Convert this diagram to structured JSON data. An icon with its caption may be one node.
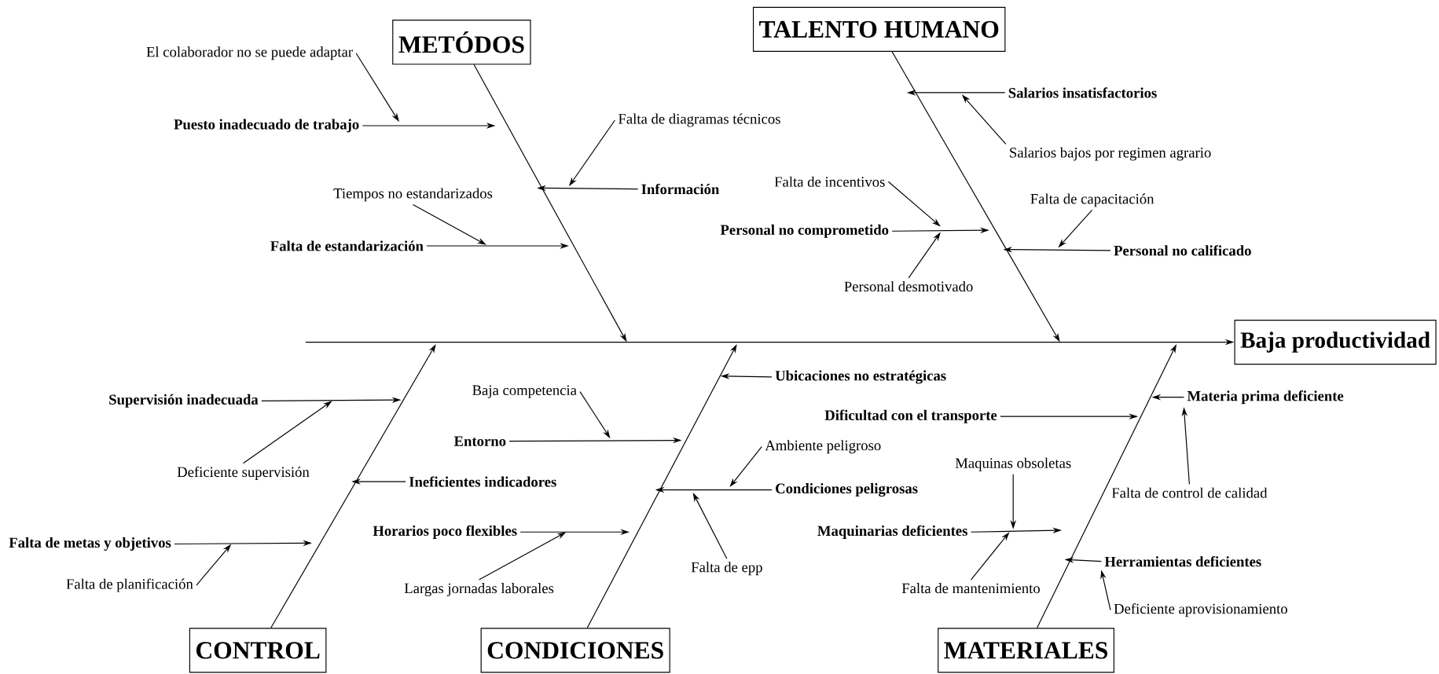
{
  "diagram": {
    "nodes": [
      {
        "text": [
          "METÓDOS"
        ]
      },
      {
        "text": [
          "TALENTO HUMANO"
        ]
      },
      {
        "text": [
          "El colaborador no se puede adaptar"
        ]
      },
      {
        "text": [
          "Puesto inadecuado de trabajo"
        ]
      },
      {
        "text": [
          "Falta de diagramas técnicos"
        ]
      },
      {
        "text": [
          "Información"
        ]
      },
      {
        "text": [
          "Tiempos no estandarizados"
        ]
      },
      {
        "text": [
          "Falta de estandarización"
        ]
      },
      {
        "text": [
          "Salarios insatisfactorios"
        ]
      },
      {
        "text": [
          "Salarios bajos por regimen agrario"
        ]
      },
      {
        "text": [
          "Falta de incentivos"
        ]
      },
      {
        "text": [
          "Personal no comprometido"
        ]
      },
      {
        "text": [
          "Personal desmotivado"
        ]
      },
      {
        "text": [
          "Falta de capacitación"
        ]
      },
      {
        "text": [
          "Personal no calificado"
        ]
      },
      {
        "text": [
          "Baja productividad"
        ]
      },
      {
        "text": [
          "Supervisión inadecuada"
        ]
      },
      {
        "text": [
          "Deficiente supervisión"
        ]
      },
      {
        "text": [
          "Ineficientes indicadores"
        ]
      },
      {
        "text": [
          "Falta de metas y objetivos"
        ]
      },
      {
        "text": [
          "Falta de planificación"
        ]
      },
      {
        "text": [
          "Ubicaciones no estratégicas"
        ]
      },
      {
        "text": [
          "Baja competencia"
        ]
      },
      {
        "text": [
          "Entorno"
        ]
      },
      {
        "text": [
          "Ambiente peligroso"
        ]
      },
      {
        "text": [
          "Condiciones peligrosas"
        ]
      },
      {
        "text": [
          "Falta de epp"
        ]
      },
      {
        "text": [
          "Horarios poco flexibles"
        ]
      },
      {
        "text": [
          "Largas jornadas laborales"
        ]
      },
      {
        "text": [
          "Materia prima deficiente"
        ]
      },
      {
        "text": [
          "Dificultad con el transporte"
        ]
      },
      {
        "text": [
          "Falta de control de calidad"
        ]
      },
      {
        "text": [
          "Maquinas obsoletas"
        ]
      },
      {
        "text": [
          "Maquinarias deficientes"
        ]
      },
      {
        "text": [
          "Falta de mantenimiento"
        ]
      },
      {
        "text": [
          "Herramientas deficientes"
        ]
      },
      {
        "text": [
          "Deficiente aprovisionamiento"
        ]
      },
      {
        "text": [
          "CONTROL"
        ]
      },
      {
        "text": [
          "CONDICIONES"
        ]
      },
      {
        "text": [
          "MATERIALES"
        ]
      }
    ],
    "edges": [
      {
        "from": null,
        "to": 15,
        "arrow": "to"
      },
      {
        "from": 0,
        "to": null,
        "arrow": "to"
      },
      {
        "from": 1,
        "to": null,
        "arrow": "to"
      },
      {
        "from": 37,
        "to": null,
        "arrow": "to"
      },
      {
        "from": 38,
        "to": null,
        "arrow": "to"
      },
      {
        "from": 39,
        "to": null,
        "arrow": "to"
      },
      {
        "from": 2,
        "to": null,
        "arrow": "to"
      },
      {
        "from": 3,
        "to": null,
        "arrow": "to"
      },
      {
        "from": 4,
        "to": null,
        "arrow": "to"
      },
      {
        "from": 5,
        "to": null,
        "arrow": "to"
      },
      {
        "from": 6,
        "to": null,
        "arrow": "to"
      },
      {
        "from": 7,
        "to": null,
        "arrow": "to"
      },
      {
        "from": 8,
        "to": null,
        "arrow": "to"
      },
      {
        "from": 9,
        "to": null,
        "arrow": "to"
      },
      {
        "from": 10,
        "to": null,
        "arrow": "to"
      },
      {
        "from": 11,
        "to": null,
        "arrow": "to"
      },
      {
        "from": 12,
        "to": null,
        "arrow": "to"
      },
      {
        "from": 13,
        "to": null,
        "arrow": "to"
      },
      {
        "from": 14,
        "to": null,
        "arrow": "to"
      },
      {
        "from": 16,
        "to": null,
        "arrow": "to"
      },
      {
        "from": 17,
        "to": null,
        "arrow": "to"
      },
      {
        "from": 18,
        "to": null,
        "arrow": "to"
      },
      {
        "from": 19,
        "to": null,
        "arrow": "to"
      },
      {
        "from": 20,
        "to": null,
        "arrow": "to"
      },
      {
        "from": 21,
        "to": null,
        "arrow": "to"
      },
      {
        "from": 22,
        "to": null,
        "arrow": "to"
      },
      {
        "from": 23,
        "to": null,
        "arrow": "to"
      },
      {
        "from": 24,
        "to": null,
        "arrow": "to"
      },
      {
        "from": 25,
        "to": null,
        "arrow": "to"
      },
      {
        "from": 26,
        "to": null,
        "arrow": "to"
      },
      {
        "from": 27,
        "to": null,
        "arrow": "to"
      },
      {
        "from": 28,
        "to": null,
        "arrow": "to"
      },
      {
        "from": 29,
        "to": null,
        "arrow": "to"
      },
      {
        "from": 30,
        "to": null,
        "arrow": "to"
      },
      {
        "from": 31,
        "to": 29,
        "arrow": "to"
      },
      {
        "from": 32,
        "to": null,
        "arrow": "to"
      },
      {
        "from": 33,
        "to": null,
        "arrow": "to"
      },
      {
        "from": 34,
        "to": null,
        "arrow": "to"
      },
      {
        "from": 35,
        "to": null,
        "arrow": "to"
      },
      {
        "from": 36,
        "to": 35,
        "arrow": "to"
      }
    ]
  }
}
